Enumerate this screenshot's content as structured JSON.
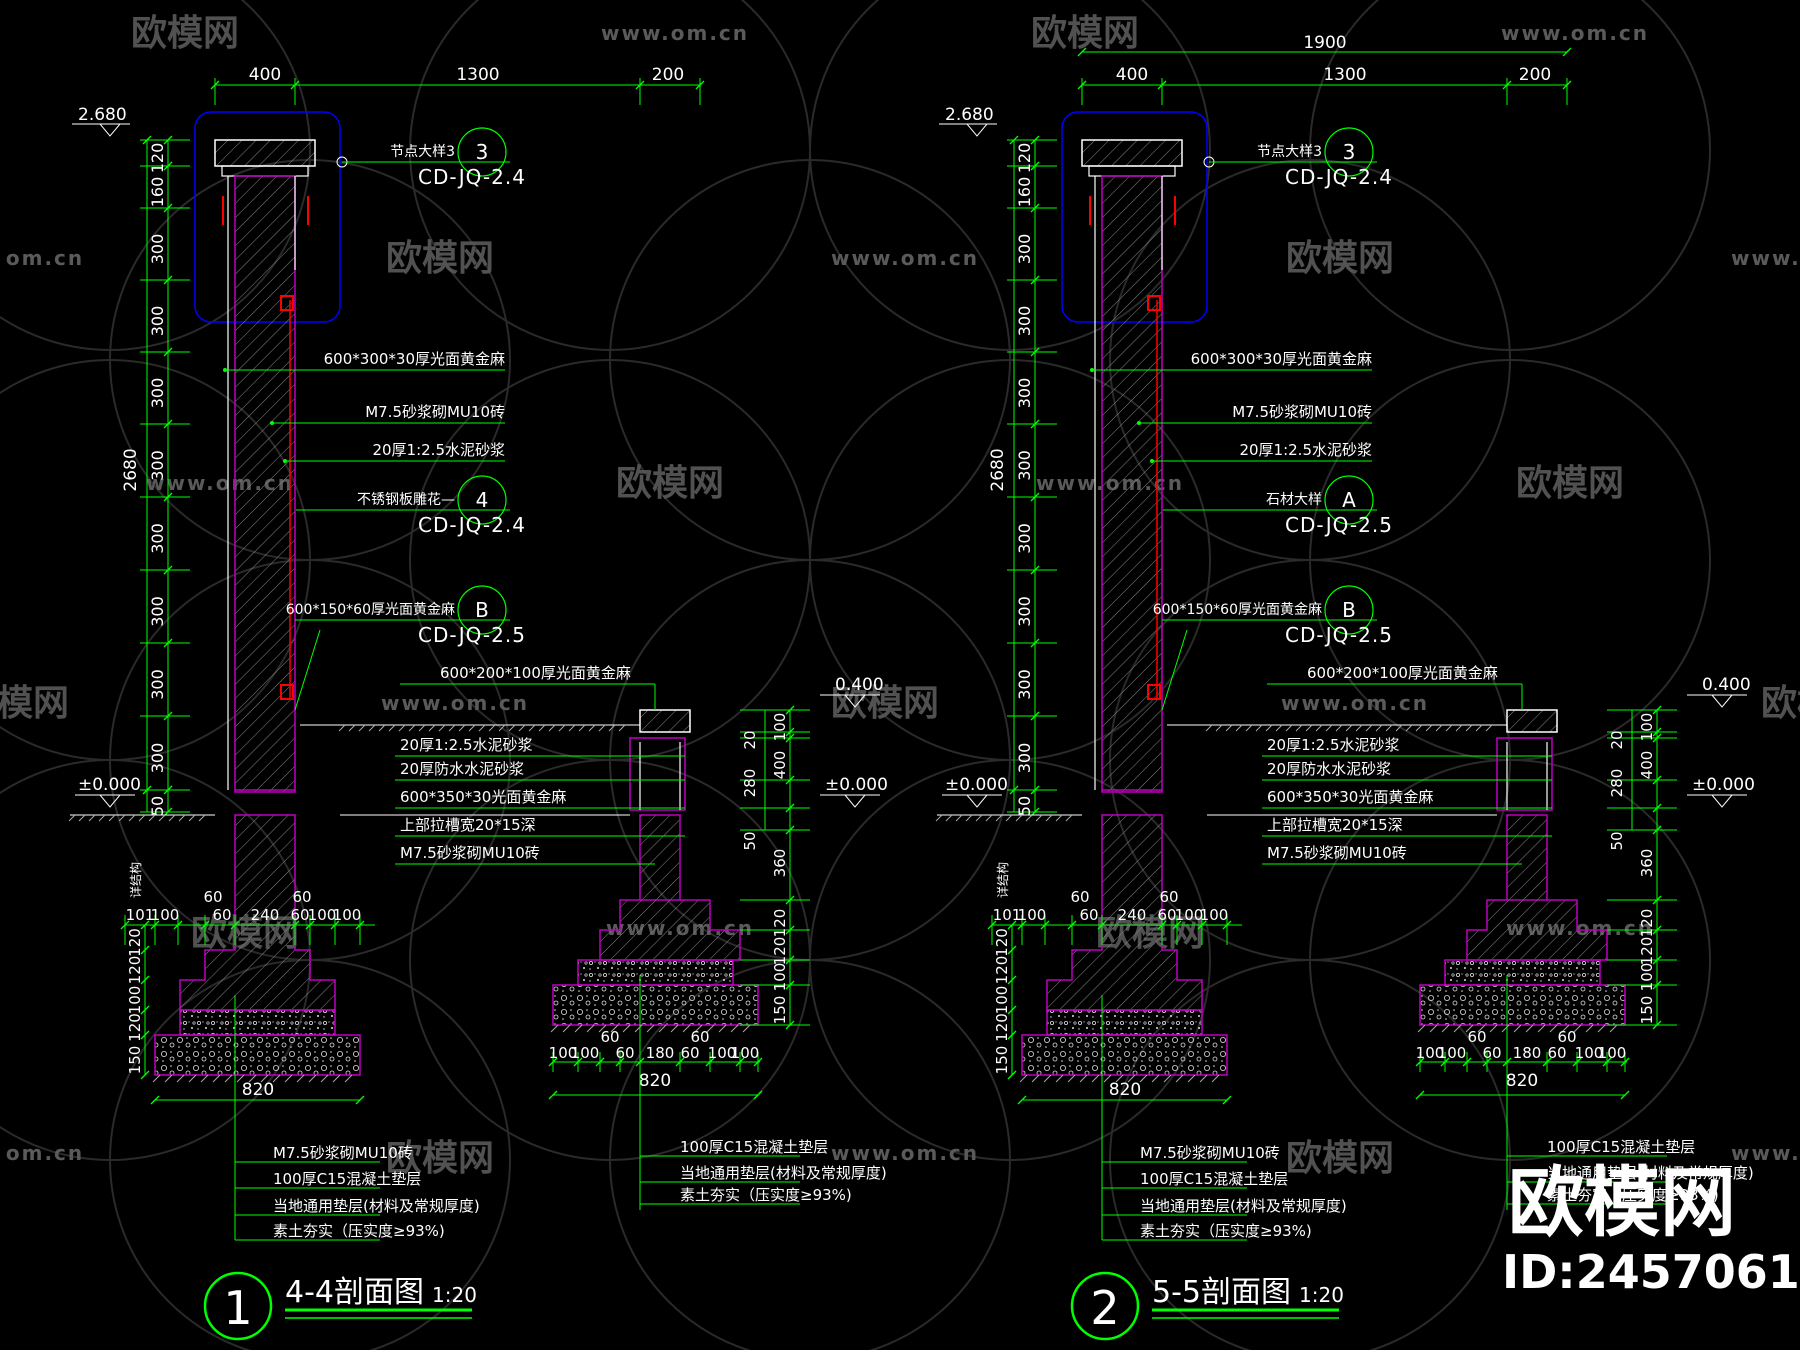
{
  "colors": {
    "bg": "#000000",
    "dim": "#00ff00",
    "leader": "#00ff00",
    "stone": "#ffffff",
    "brick": "#c000c0",
    "detail_box": "#0000ff",
    "red": "#ff0000",
    "cyan": "#00ffff",
    "text": "#ffffff",
    "watermark": "#5a5a5a"
  },
  "watermark": {
    "brand": "欧模网",
    "url": "www.om.cn",
    "url_short": "om.cn",
    "id": "ID:2457061"
  },
  "sections": [
    {
      "id": "sec1",
      "number": "1",
      "title": "4-4剖面图",
      "scale": "1:20",
      "top_dims": [
        "400",
        "1300",
        "200"
      ],
      "overall_top": "",
      "elev_top": "2.680",
      "elev_zero": "±0.000",
      "elev_zero_right": "±0.000",
      "elev_400": "0.400",
      "vert_dims": [
        "120",
        "160",
        "300",
        "300",
        "300",
        "300",
        "300",
        "300",
        "300",
        "300",
        "50"
      ],
      "total_height": "2680",
      "side_note": "详结构",
      "callouts": [
        {
          "label": "节点大样3",
          "num": "3",
          "ref": "CD-JQ-2.4"
        },
        {
          "label": "不锈钢板雕花—",
          "num": "4",
          "ref": "CD-JQ-2.4"
        },
        {
          "label": "600*150*60厚光面黄金麻",
          "num": "B",
          "ref": "CD-JQ-2.5"
        }
      ],
      "labels": [
        "600*300*30厚光面黄金麻",
        "M7.5砂浆砌MU10砖",
        "20厚1:2.5水泥砂浆"
      ],
      "bench_labels": [
        "600*200*100厚光面黄金麻",
        "20厚1:2.5水泥砂浆",
        "20厚防水水泥砂浆",
        "600*350*30光面黄金麻",
        "上部拉槽宽20*15深",
        "M7.5砂浆砌MU10砖"
      ],
      "footing_dims": [
        "101",
        "100",
        "60",
        "240",
        "60",
        "100",
        "100"
      ],
      "footing_top": [
        "60",
        "60"
      ],
      "footing_vert": [
        "120",
        "120",
        "100",
        "120",
        "150"
      ],
      "footing_width": "820",
      "footing_notes": [
        "M7.5砂浆砌MU10砖",
        "100厚C15混凝土垫层",
        "当地通用垫层(材料及常规厚度)",
        "素土夯实（压实度≥93%)"
      ],
      "bench_vert": [
        "100",
        "20",
        "400",
        "280",
        "50",
        "360",
        "120",
        "120",
        "100",
        "150"
      ],
      "bench_dims": [
        "100",
        "100",
        "60",
        "60",
        "180",
        "60",
        "60",
        "100",
        "100"
      ],
      "bench_width": "820",
      "bench_notes": [
        "100厚C15混凝土垫层",
        "当地通用垫层(材料及常规厚度)",
        "素土夯实（压实度≥93%)"
      ]
    },
    {
      "id": "sec2",
      "number": "2",
      "title": "5-5剖面图",
      "scale": "1:20",
      "top_dims": [
        "400",
        "1300",
        "200"
      ],
      "overall_top": "1900",
      "elev_top": "2.680",
      "elev_zero": "±0.000",
      "elev_zero_right": "±0.000",
      "elev_400": "0.400",
      "vert_dims": [
        "120",
        "160",
        "300",
        "300",
        "300",
        "300",
        "300",
        "300",
        "300",
        "300",
        "50"
      ],
      "total_height": "2680",
      "side_note": "详结构",
      "callouts": [
        {
          "label": "节点大样3",
          "num": "3",
          "ref": "CD-JQ-2.4"
        },
        {
          "label": "石材大样",
          "num": "A",
          "ref": "CD-JQ-2.5"
        },
        {
          "label": "600*150*60厚光面黄金麻",
          "num": "B",
          "ref": "CD-JQ-2.5"
        }
      ],
      "labels": [
        "600*300*30厚光面黄金麻",
        "M7.5砂浆砌MU10砖",
        "20厚1:2.5水泥砂浆"
      ],
      "bench_labels": [
        "600*200*100厚光面黄金麻",
        "20厚1:2.5水泥砂浆",
        "20厚防水水泥砂浆",
        "600*350*30光面黄金麻",
        "上部拉槽宽20*15深",
        "M7.5砂浆砌MU10砖"
      ],
      "footing_dims": [
        "101",
        "100",
        "60",
        "240",
        "60",
        "100",
        "100"
      ],
      "footing_top": [
        "60",
        "60"
      ],
      "footing_vert": [
        "120",
        "120",
        "100",
        "120",
        "150"
      ],
      "footing_width": "820",
      "footing_notes": [
        "M7.5砂浆砌MU10砖",
        "100厚C15混凝土垫层",
        "当地通用垫层(材料及常规厚度)",
        "素土夯实（压实度≥93%)"
      ],
      "bench_vert": [
        "100",
        "20",
        "400",
        "280",
        "50",
        "360",
        "120",
        "120",
        "100",
        "150"
      ],
      "bench_dims": [
        "100",
        "100",
        "60",
        "60",
        "180",
        "60",
        "60",
        "100",
        "100"
      ],
      "bench_width": "820",
      "bench_notes": [
        "100厚C15混凝土垫层",
        "当地通用垫层(材料及常规厚度)",
        "素土夯实（压实度≥93%)"
      ]
    }
  ]
}
